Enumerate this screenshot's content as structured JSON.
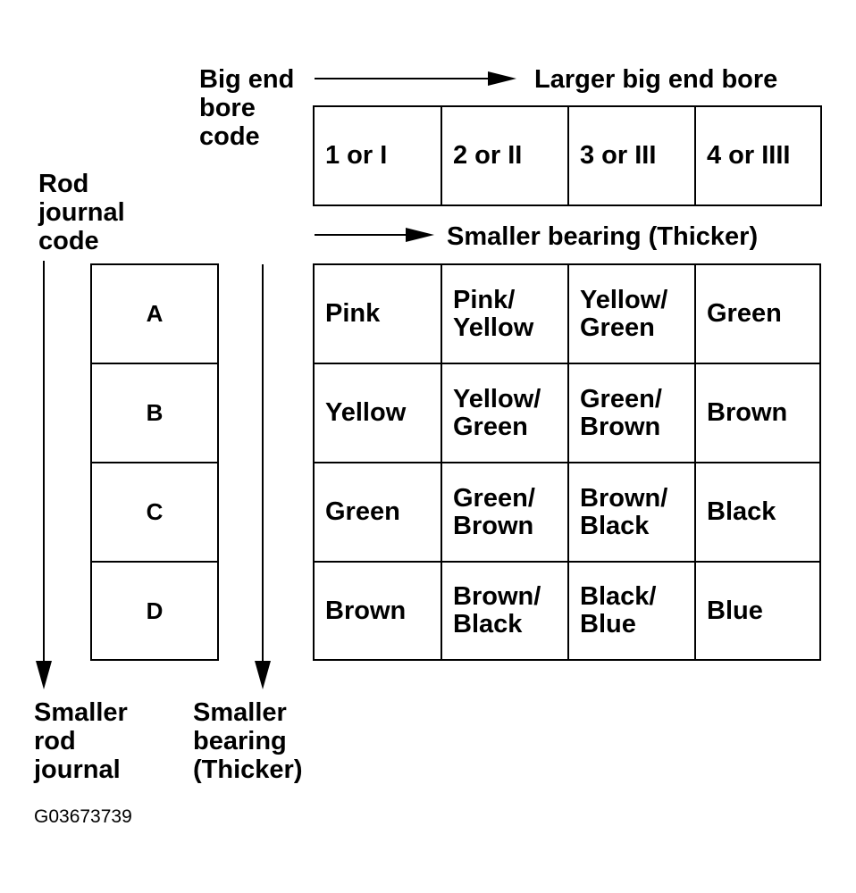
{
  "labels": {
    "big_end_bore_code": "Big end\nbore\ncode",
    "larger_big_end_bore": "Larger big end bore",
    "rod_journal_code": "Rod\njournal\ncode",
    "smaller_bearing_thicker_horizontal": "Smaller bearing (Thicker)",
    "smaller_rod_journal": "Smaller\nrod\njournal",
    "smaller_bearing_thicker_vertical": "Smaller\nbearing\n(Thicker)"
  },
  "bore_codes": [
    "1 or I",
    "2 or II",
    "3 or III",
    "4 or IIII"
  ],
  "rod_codes": [
    "A",
    "B",
    "C",
    "D"
  ],
  "bearing_colors": [
    [
      "Pink",
      "Pink/\nYellow",
      "Yellow/\nGreen",
      "Green"
    ],
    [
      "Yellow",
      "Yellow/\nGreen",
      "Green/\nBrown",
      "Brown"
    ],
    [
      "Green",
      "Green/\nBrown",
      "Brown/\nBlack",
      "Black"
    ],
    [
      "Brown",
      "Brown/\nBlack",
      "Black/\nBlue",
      "Blue"
    ]
  ],
  "figure_id": "G03673739"
}
